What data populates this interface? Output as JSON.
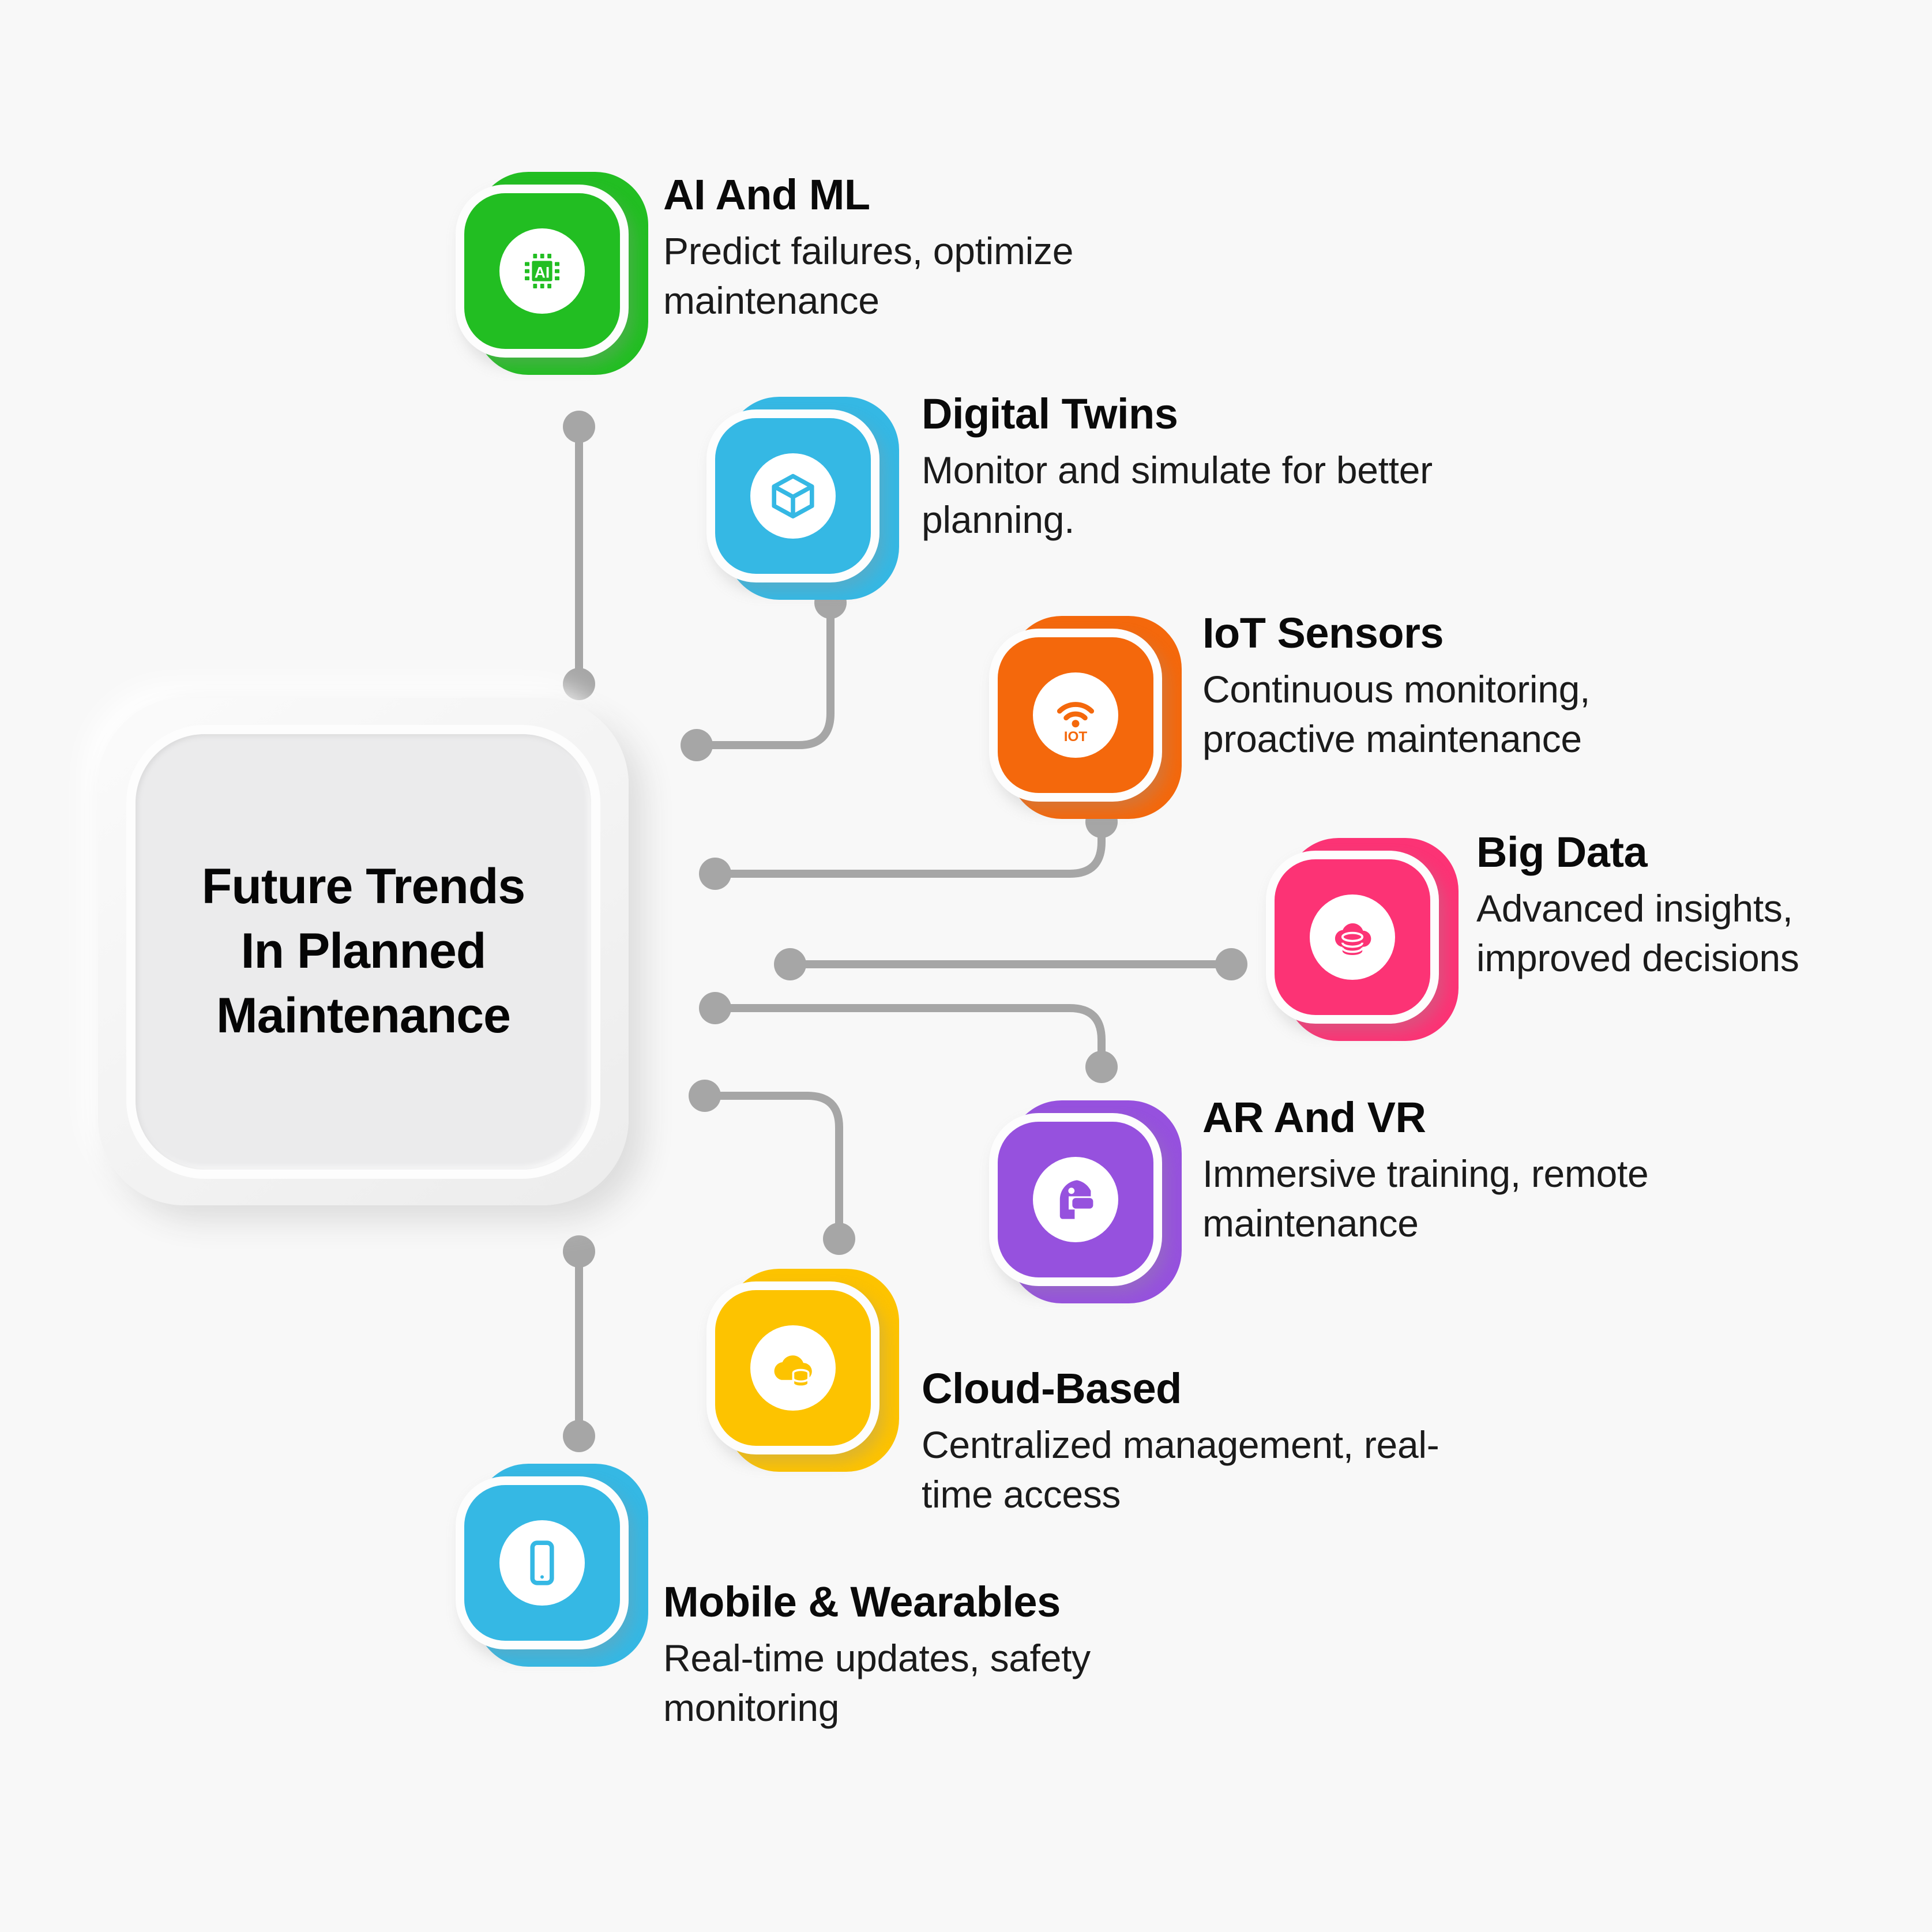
{
  "hub": {
    "title": "Future Trends\nIn Planned\nMaintenance"
  },
  "colors": {
    "background": "#f8f8f8",
    "connector": "#a6a6a6",
    "hub_surface": "#ebebec",
    "green": "#22be22",
    "blue": "#35b8e4",
    "orange": "#f4680c",
    "pink": "#fc3375",
    "purple": "#9651de",
    "yellow": "#fdc300",
    "cyan": "#35b8e4"
  },
  "nodes": [
    {
      "id": "ai-and-ml",
      "title": "AI And ML",
      "description": "Predict failures, optimize\nmaintenance",
      "icon": "ai-chip-icon",
      "color": "#22be22"
    },
    {
      "id": "digital-twins",
      "title": "Digital Twins",
      "description": "Monitor and simulate for better\nplanning.",
      "icon": "cube-3d-icon",
      "color": "#35b8e4"
    },
    {
      "id": "iot-sensors",
      "title": "IoT Sensors",
      "description": "Continuous monitoring,\nproactive maintenance",
      "icon": "iot-wifi-icon",
      "color": "#f4680c",
      "icon_label": "IOT"
    },
    {
      "id": "big-data",
      "title": "Big Data",
      "description": "Advanced insights,\nimproved decisions",
      "icon": "cloud-database-icon",
      "color": "#fc3375"
    },
    {
      "id": "ar-and-vr",
      "title": "AR And VR",
      "description": "Immersive training, remote\nmaintenance",
      "icon": "vr-headset-icon",
      "color": "#9651de"
    },
    {
      "id": "cloud-based",
      "title": "Cloud-Based",
      "description": "Centralized management, real-\ntime access",
      "icon": "cloud-storage-icon",
      "color": "#fdc300"
    },
    {
      "id": "mobile-and-wearables",
      "title": "Mobile & Wearables",
      "description": "Real-time updates, safety\nmonitoring",
      "icon": "smartphone-icon",
      "color": "#35b8e4"
    }
  ]
}
